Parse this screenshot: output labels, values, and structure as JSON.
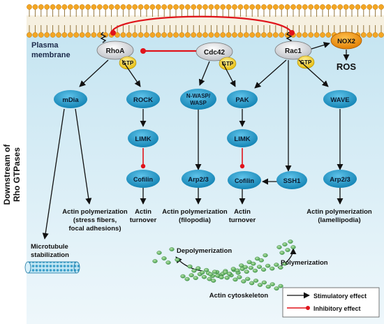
{
  "membrane": {
    "label_line1": "Plasma",
    "label_line2": "membrane"
  },
  "side_title": {
    "line1": "Downstream of",
    "line2": "Rho GTPases"
  },
  "gtpases": {
    "rhoa": "RhoA",
    "cdc42": "Cdc42",
    "rac1": "Rac1",
    "gtp": "GTP"
  },
  "nox": {
    "label": "NOX2",
    "product": "ROS"
  },
  "effectors": {
    "mdia": "mDia",
    "rock": "ROCK",
    "nwasp": "N-WASP/",
    "wasp": "WASP",
    "pak": "PAK",
    "wave": "WAVE",
    "limk_1": "LIMK",
    "limk_2": "LIMK",
    "cofilin_1": "Cofilin",
    "cofilin_2": "Cofilin",
    "arp23_1": "Arp2/3",
    "arp23_2": "Arp2/3",
    "ssh1": "SSH1"
  },
  "outcomes": {
    "stress": {
      "l1": "Actin polymerization",
      "l2": "(stress fibers,",
      "l3": "focal adhesions)"
    },
    "turnover_1": {
      "l1": "Actin",
      "l2": "turnover"
    },
    "filopodia": {
      "l1": "Actin polymerization",
      "l2": "(filopodia)"
    },
    "turnover_2": {
      "l1": "Actin",
      "l2": "turnover"
    },
    "lamellipodia": {
      "l1": "Actin polymerization",
      "l2": "(lamellipodia)"
    },
    "microtubule": {
      "l1": "Microtubule",
      "l2": "stabilization"
    }
  },
  "cytoskeleton": {
    "depolymerization": "Depolymerization",
    "polymerization": "Polymerization",
    "label": "Actin cytoskeleton"
  },
  "legend": {
    "stimulatory": "Stimulatory effect",
    "inhibitory": "Inhibitory effect"
  },
  "colors": {
    "effector": "#1b94c4",
    "inhibitory": "#e0141b",
    "nox": "#f39c12",
    "actin": "#6fb86a",
    "background": "#dff0f7",
    "lipid": "#f4a624"
  }
}
